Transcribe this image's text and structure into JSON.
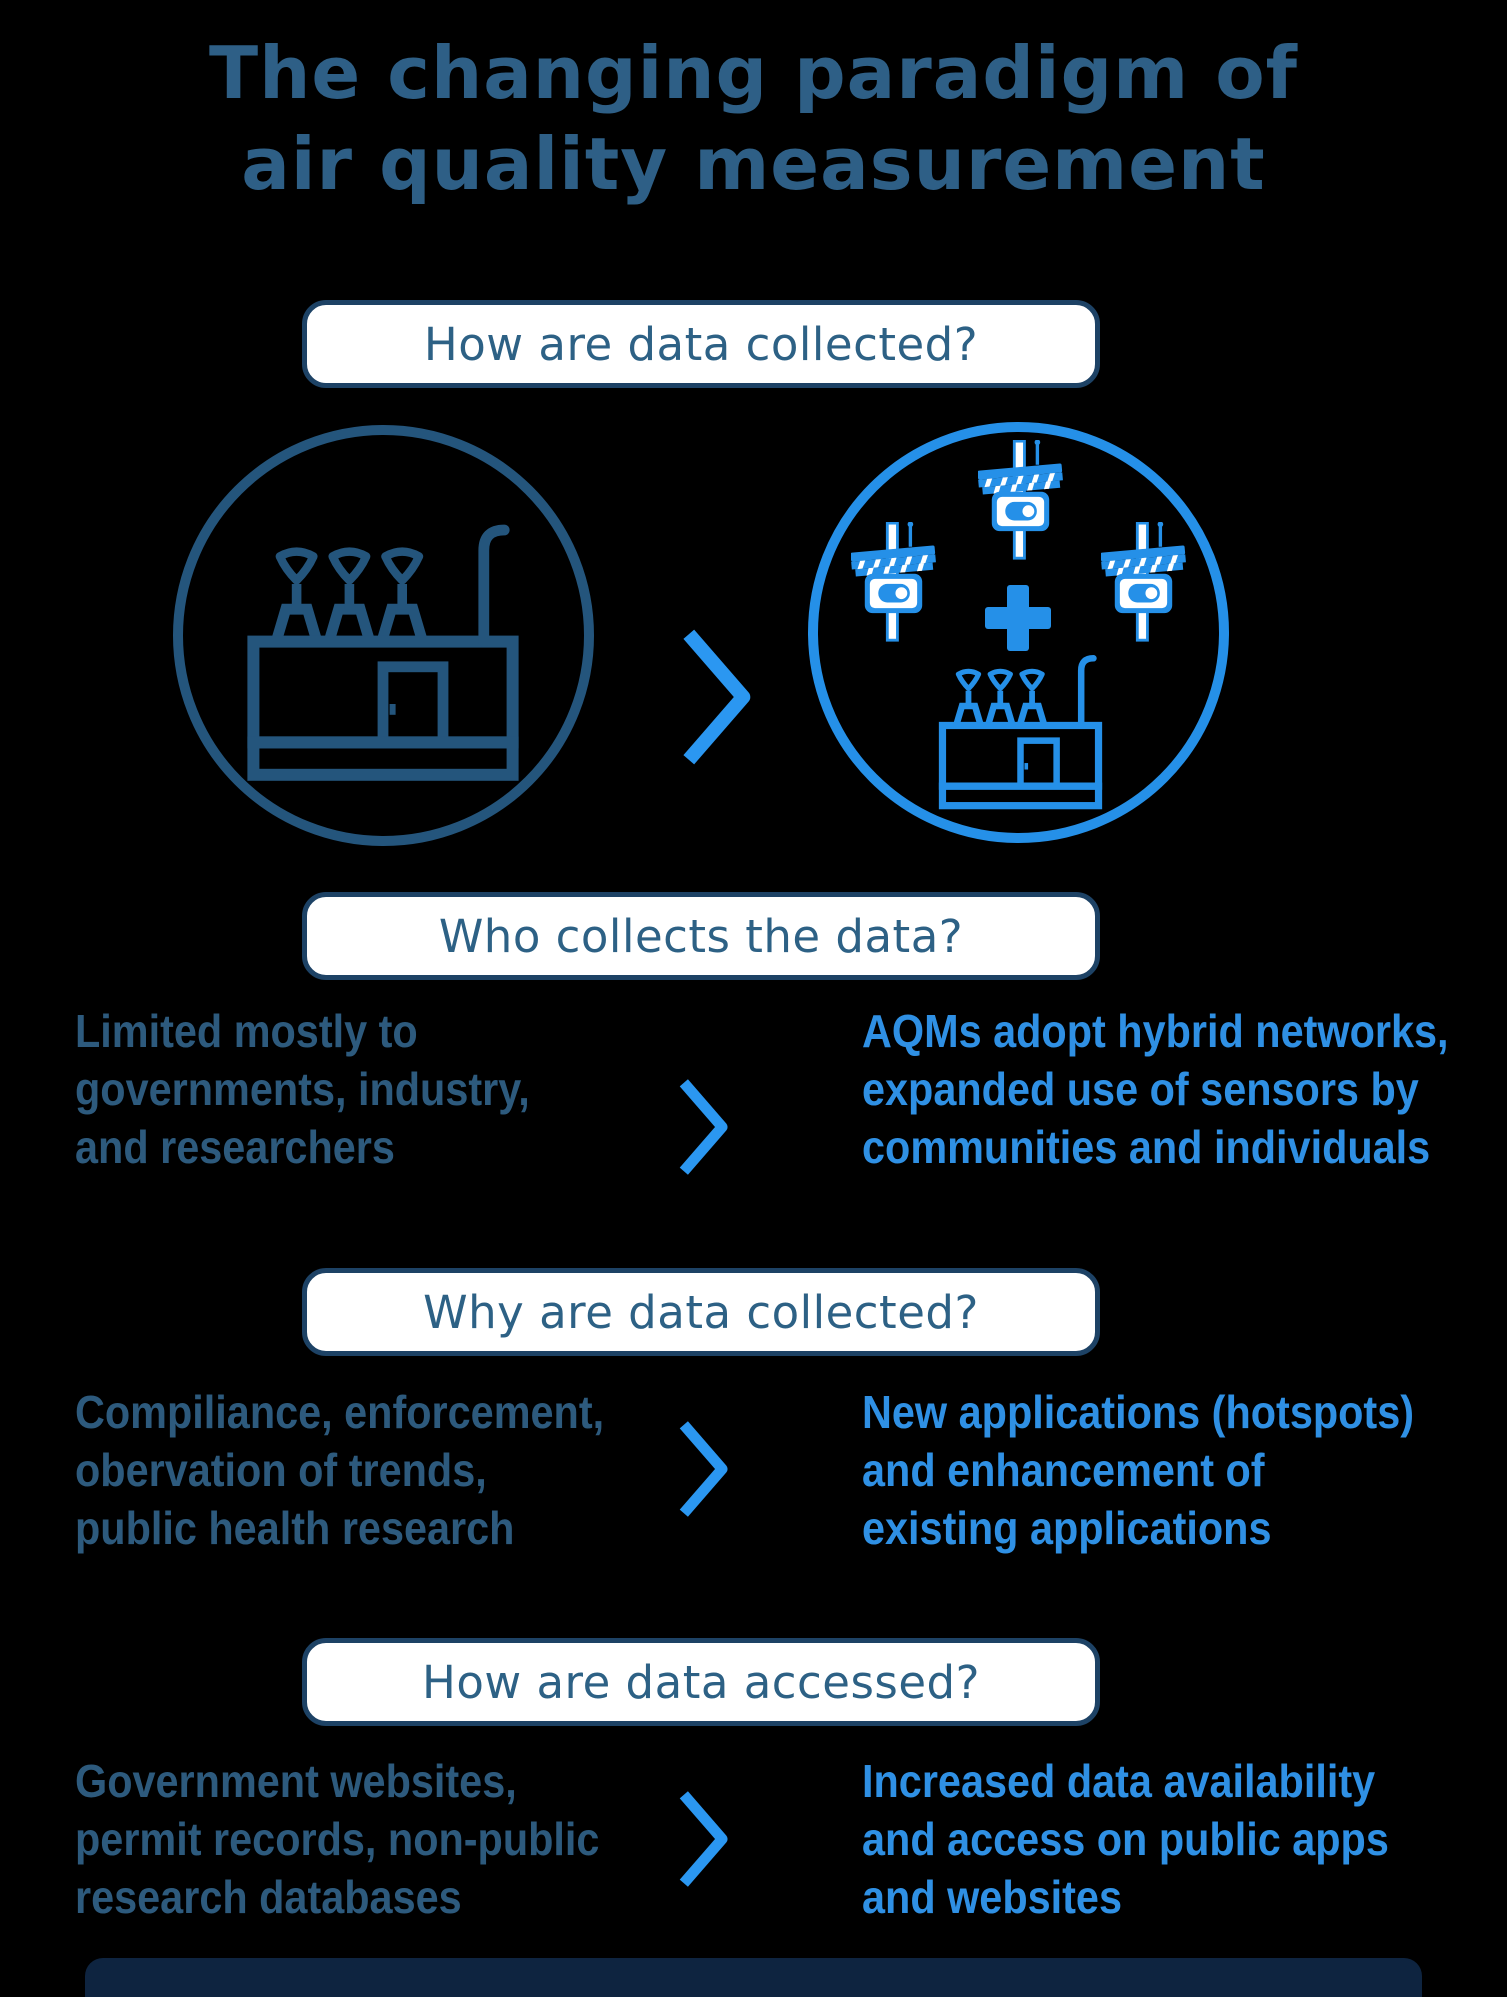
{
  "title": "The changing paradigm of\nair quality measurement",
  "sections": [
    {
      "question": "How are data collected?",
      "left_icon": "reference-monitoring-station",
      "right_icon": "sensor-network-plus-station"
    },
    {
      "question": "Who collects the data?",
      "left": "Limited mostly to\ngovernments, industry,\nand researchers",
      "right": "AQMs adopt hybrid networks,\nexpanded use of sensors by\ncommunities and individuals"
    },
    {
      "question": "Why are data collected?",
      "left": "Compiliance, enforcement,\nobervation of trends,\npublic health research",
      "right": "New applications (hotspots)\nand enhancement of\nexisting applications"
    },
    {
      "question": "How are data accessed?",
      "left": "Government websites,\npermit records, non-public\nresearch databases",
      "right": "Increased data availability\nand access on public apps\nand websites"
    }
  ],
  "colors": {
    "background": "#000000",
    "title_text": "#2e5f86",
    "header_text": "#2d6185",
    "header_border": "#1d4265",
    "header_bg": "#ffffff",
    "left_text": "#2d5a7d",
    "right_text": "#2f90e4",
    "chevron": "#2b97f1",
    "station_stroke": "#24557c",
    "sensor_blue": "#2590e8",
    "footer_bar": "#0e2440"
  }
}
